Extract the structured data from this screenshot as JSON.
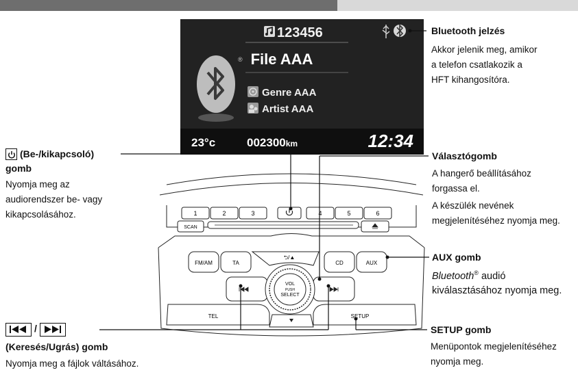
{
  "screen": {
    "track_number": "123456",
    "file_name": "File AAA",
    "genre": "Genre AAA",
    "artist": "Artist AAA",
    "temperature": "23°c",
    "odometer_value": "002300",
    "odometer_unit": "km",
    "clock": "12:34"
  },
  "panel": {
    "preset_buttons": [
      "1",
      "2",
      "3",
      "4",
      "5",
      "6"
    ],
    "scan_label": "SCAN",
    "fm_am_label": "FM/AM",
    "ta_label": "TA",
    "back_label": "⮌/▲",
    "cd_label": "CD",
    "aux_label": "AUX",
    "tel_label": "TEL",
    "setup_label": "SETUP",
    "knob_vol": "VOL",
    "knob_push": "PUSH",
    "knob_select": "SELECT"
  },
  "callouts": {
    "bluetooth": {
      "title": "Bluetooth jelzés",
      "desc": [
        "Akkor jelenik meg, amikor",
        "a telefon csatlakozik a",
        "HFT kihangosítóra."
      ]
    },
    "power": {
      "title_suffix": "(Be-/kikapcsoló)",
      "title_line2": "gomb",
      "desc": [
        "Nyomja meg az",
        "audiorendszer be- vagy",
        "kikapcsolásához."
      ]
    },
    "selector": {
      "title": "Választógomb",
      "desc": [
        "A hangerő beállításához",
        "forgassa el.",
        "A készülék nevének",
        "megjelenítéséhez nyomja meg."
      ]
    },
    "aux": {
      "title": "AUX gomb",
      "desc_italic": "Bluetooth",
      "desc_sup": "®",
      "desc_rest": " audió",
      "desc_line2": "kiválasztásához nyomja meg."
    },
    "seek": {
      "separator": "/",
      "title": "(Keresés/Ugrás) gomb",
      "desc": "Nyomja meg a fájlok váltásához."
    },
    "setup": {
      "title": "SETUP gomb",
      "desc": [
        "Menüpontok megjelenítéséhez",
        "nyomja meg."
      ]
    }
  }
}
